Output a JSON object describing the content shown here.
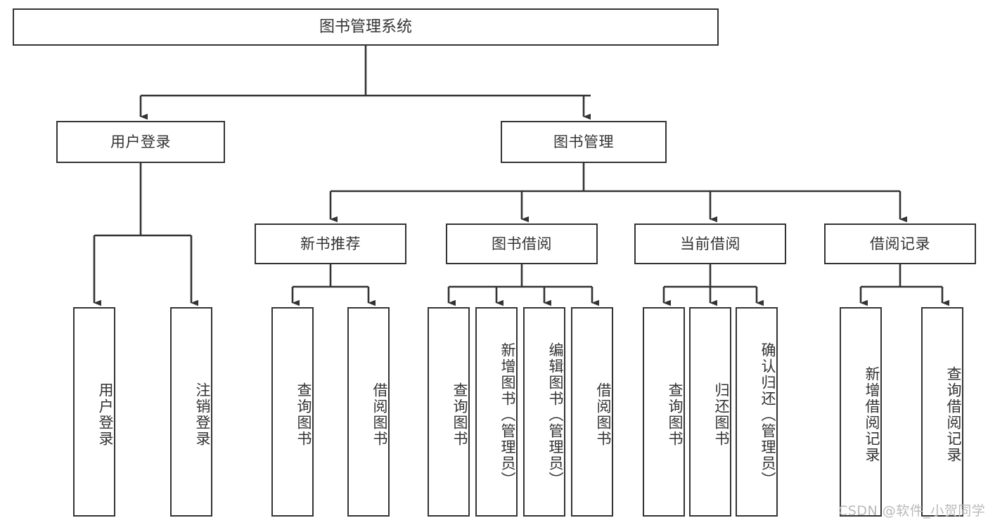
{
  "diagram": {
    "title": "图书管理系统",
    "type": "tree-hierarchy-diagram",
    "root": {
      "label": "图书管理系统"
    },
    "level2": [
      {
        "label": "用户登录"
      },
      {
        "label": "图书管理"
      }
    ],
    "level3": [
      {
        "label": "新书推荐"
      },
      {
        "label": "图书借阅"
      },
      {
        "label": "当前借阅"
      },
      {
        "label": "借阅记录"
      }
    ],
    "leaves": {
      "user_login": [
        {
          "label": "用户登录"
        },
        {
          "label": "注销登录"
        }
      ],
      "new_book": [
        {
          "label": "查询图书"
        },
        {
          "label": "借阅图书"
        }
      ],
      "book_borrow": [
        {
          "label": "查询图书"
        },
        {
          "label": "新增图书（管理员）"
        },
        {
          "label": "编辑图书（管理员）"
        },
        {
          "label": "借阅图书"
        }
      ],
      "current_borrow": [
        {
          "label": "查询图书"
        },
        {
          "label": "归还图书"
        },
        {
          "label": "确认归还（管理员）"
        }
      ],
      "borrow_record": [
        {
          "label": "新增借阅记录"
        },
        {
          "label": "查询借阅记录"
        }
      ]
    }
  },
  "watermark": {
    "text": "CSDN @软件_小贺同学"
  },
  "colors": {
    "border": "#333333",
    "text": "#333333",
    "background": "#ffffff",
    "watermark": "#b9b9b9"
  }
}
